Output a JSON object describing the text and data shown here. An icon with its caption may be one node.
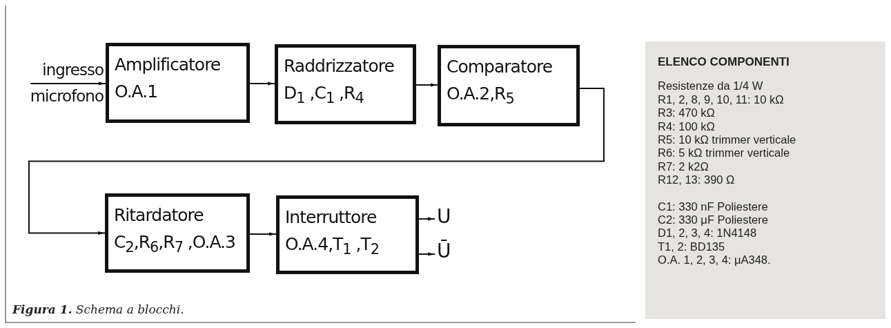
{
  "diagram": {
    "caption": "**Figura 1.** Schema a blocchi.",
    "nodes": [
      {
        "text": [
          "ingresso",
          "microfono"
        ]
      },
      {
        "text": [
          "Amplificatore",
          "O.A.1"
        ]
      },
      {
        "text": [
          "Raddrizzatore",
          "D$_{1}$ ,C$_{1}$ ,R$_{4}$"
        ]
      },
      {
        "text": [
          "Comparatore",
          "O.A.2,R$_{5}$"
        ]
      },
      {
        "text": [
          "Ritardatore",
          "C$_{2}$,R$_{6}$,R$_{7}$ ,O.A.3"
        ]
      },
      {
        "text": [
          "Interruttore",
          "O.A.4,T$_{1}$ ,T$_{2}$"
        ]
      },
      {
        "text": [
          "U"
        ]
      },
      {
        "text": [
          "Ū"
        ]
      },
      {
        "text": [
          "ELENCO COMPONENTI",
          "Resistenze da 1/4 W",
          "R1, 2, 8, 9, 10, 11: 10 kΩ",
          "R3: 470 kΩ",
          "R4: 100 kΩ",
          "R5: 10 kΩ trimmer verticale",
          "R6: 5 kΩ trimmer verticale",
          "R7: 2 k2Ω",
          "R12, 13: 390 Ω",
          "C1: 330 nF Poliestere",
          "C2: 330 μF Poliestere",
          "D1, 2, 3, 4: 1N4148",
          "T1, 2: BD135",
          "O.A. 1, 2, 3, 4: μA348."
        ]
      }
    ],
    "edges": [
      {
        "from": 0,
        "to": 1,
        "arrow": "to"
      },
      {
        "from": 1,
        "to": 2,
        "arrow": "to"
      },
      {
        "from": 2,
        "to": 3,
        "arrow": "to"
      },
      {
        "from": 3,
        "to": 4,
        "arrow": "to"
      },
      {
        "from": 4,
        "to": 5,
        "arrow": "to"
      },
      {
        "from": 5,
        "to": 6,
        "arrow": "to"
      },
      {
        "from": 5,
        "to": 7,
        "arrow": "to"
      }
    ]
  }
}
